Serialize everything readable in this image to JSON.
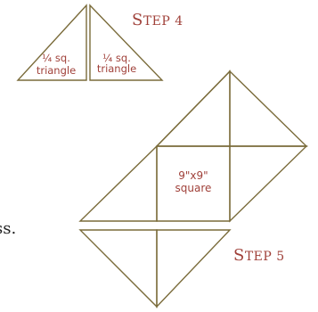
{
  "step4": {
    "label_first": "S",
    "label_rest": "TEP 4",
    "triangle_left_line1": "¼ sq.",
    "triangle_left_line2": "triangle",
    "triangle_right_line1": "¼ sq.",
    "triangle_right_line2": "triangle"
  },
  "step5": {
    "label_first": "S",
    "label_rest": "TEP 5",
    "square_line1": "9\"x9\"",
    "square_line2": "square"
  },
  "fragment_text": "ss.",
  "colors": {
    "label_red": "#a0413a",
    "line_olive": "#7a6b3a"
  }
}
